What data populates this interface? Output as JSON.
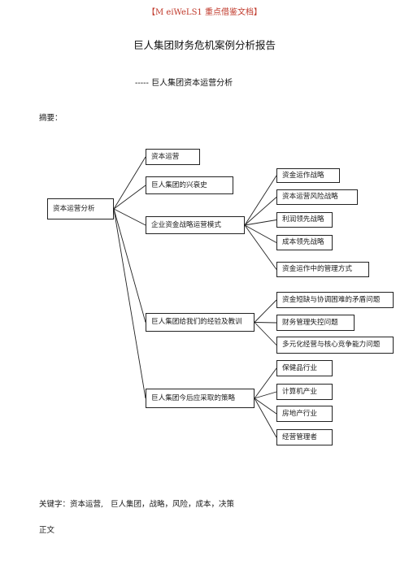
{
  "header": {
    "watermark": "【M eiWeLS1 重点借鉴文档】"
  },
  "title": "巨人集团财务危机案例分析报告",
  "subtitle": "----- 巨人集团资本运营分析",
  "abstract_label": "摘要：",
  "mindmap": {
    "root": "资本运营分析",
    "branches": [
      {
        "label": "资本运营"
      },
      {
        "label": "巨人集团的兴衰史"
      },
      {
        "label": "企业资金战略运营模式",
        "children": [
          "资金运作战略",
          "资本运营风险战略",
          "利润领先战略",
          "成本领先战略",
          "资金运作中的管理方式"
        ]
      },
      {
        "label": "巨人集团给我们的经验及教训",
        "children": [
          "资金短缺与协调困难的矛盾问题",
          "财务管理失控问题",
          "多元化经营与核心竞争能力问题"
        ]
      },
      {
        "label": "巨人集团今后应采取的策略",
        "children": [
          "保健品行业",
          "计算机产业",
          "房地产行业",
          "经营管理者"
        ]
      }
    ]
  },
  "keywords": {
    "label": "关键字：资本运营,",
    "terms": "巨人集团，战略，风险，成本，决策"
  },
  "body_heading": "正文"
}
